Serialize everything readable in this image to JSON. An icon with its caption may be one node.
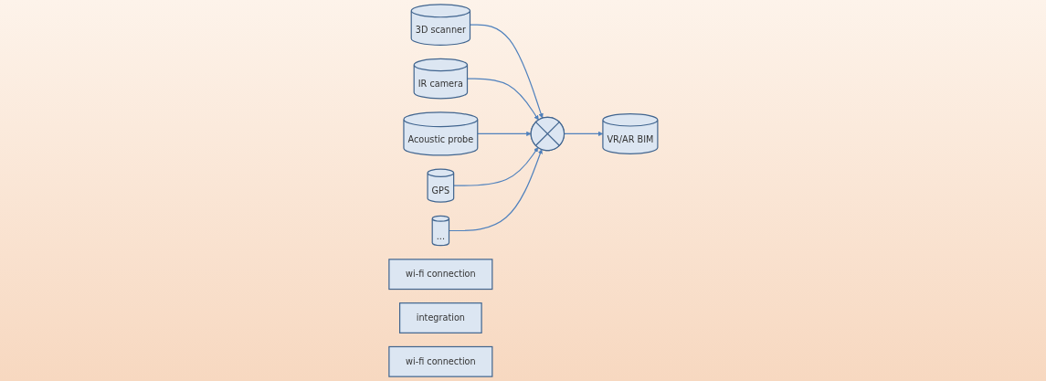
{
  "diagram": {
    "nodes": [
      {
        "text": [
          "3D scanner"
        ]
      },
      {
        "text": [
          "IR camera"
        ]
      },
      {
        "text": [
          "Acoustic probe"
        ]
      },
      {
        "text": [
          "GPS"
        ]
      },
      {
        "text": [
          "..."
        ]
      },
      {
        "text": [
          "wi-fi connection"
        ]
      },
      {
        "text": [
          "integration"
        ]
      },
      {
        "text": [],
        "shape": "circle"
      },
      {
        "text": [
          "wi-fi connection"
        ]
      },
      {
        "text": [
          "VR/AR BIM"
        ]
      }
    ],
    "edges": [
      {
        "from": 0,
        "to": 7,
        "arrow": "to"
      },
      {
        "from": 1,
        "to": 7,
        "arrow": "to"
      },
      {
        "from": 2,
        "to": 7,
        "arrow": "to"
      },
      {
        "from": 3,
        "to": 7,
        "arrow": "to"
      },
      {
        "from": 4,
        "to": 7,
        "arrow": "to"
      },
      {
        "from": 7,
        "to": 9,
        "arrow": "to"
      }
    ]
  }
}
